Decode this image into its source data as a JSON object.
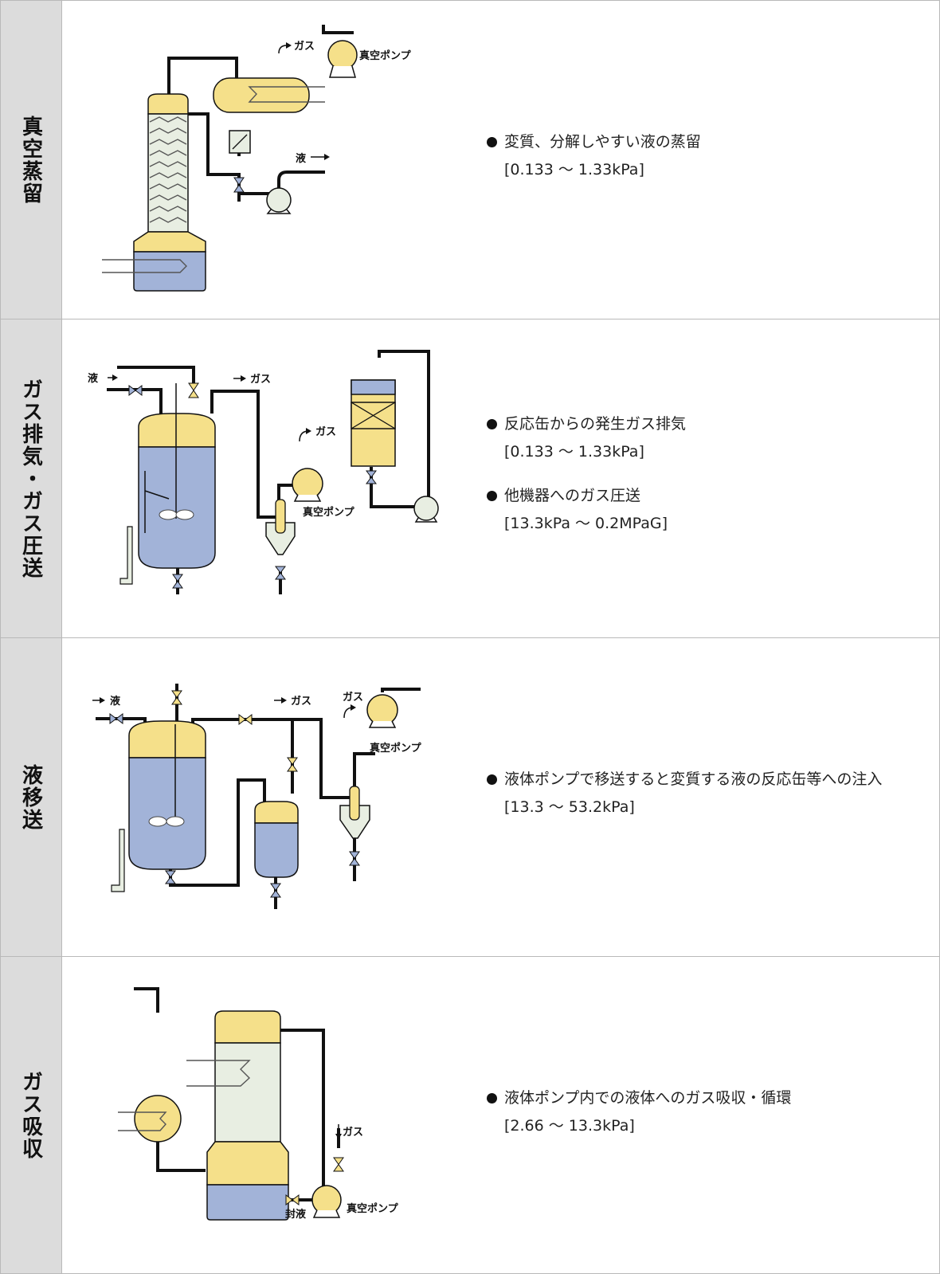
{
  "colors": {
    "yellow": "#f5e08a",
    "blue": "#a2b3d8",
    "pale": "#e8eee2",
    "line": "#111111",
    "label_bg": "#dcdcdc"
  },
  "rows": [
    {
      "label": "真空蒸留",
      "lines": [
        {
          "bullet": "変質、分解しやすい液の蒸留",
          "range": "[0.133 〜 1.33kPa]"
        }
      ],
      "d": {
        "gas": "ガス",
        "pump": "真空ポンプ",
        "liquid": "液"
      }
    },
    {
      "label": "ガス排気・ガス圧送",
      "lines": [
        {
          "bullet": "反応缶からの発生ガス排気",
          "range": "[0.133 〜 1.33kPa]"
        },
        {
          "bullet": "他機器へのガス圧送",
          "range": "[13.3kPa 〜 0.2MPaG]"
        }
      ],
      "d": {
        "liquid": "液",
        "gas1": "ガス",
        "gas2": "ガス",
        "pump": "真空ポンプ"
      }
    },
    {
      "label": "液移送",
      "lines": [
        {
          "bullet": "液体ポンプで移送すると変質する液の反応缶等への注入",
          "range": "[13.3 〜 53.2kPa]"
        }
      ],
      "d": {
        "liquid": "液",
        "gas1": "ガス",
        "gas2": "ガス",
        "pump": "真空ポンプ"
      }
    },
    {
      "label": "ガス吸収",
      "lines": [
        {
          "bullet": "液体ポンプ内での液体へのガス吸収・循環",
          "range": "[2.66 〜 13.3kPa]"
        }
      ],
      "d": {
        "gas": "ガス",
        "seal": "封液",
        "pump": "真空ポンプ"
      }
    }
  ]
}
